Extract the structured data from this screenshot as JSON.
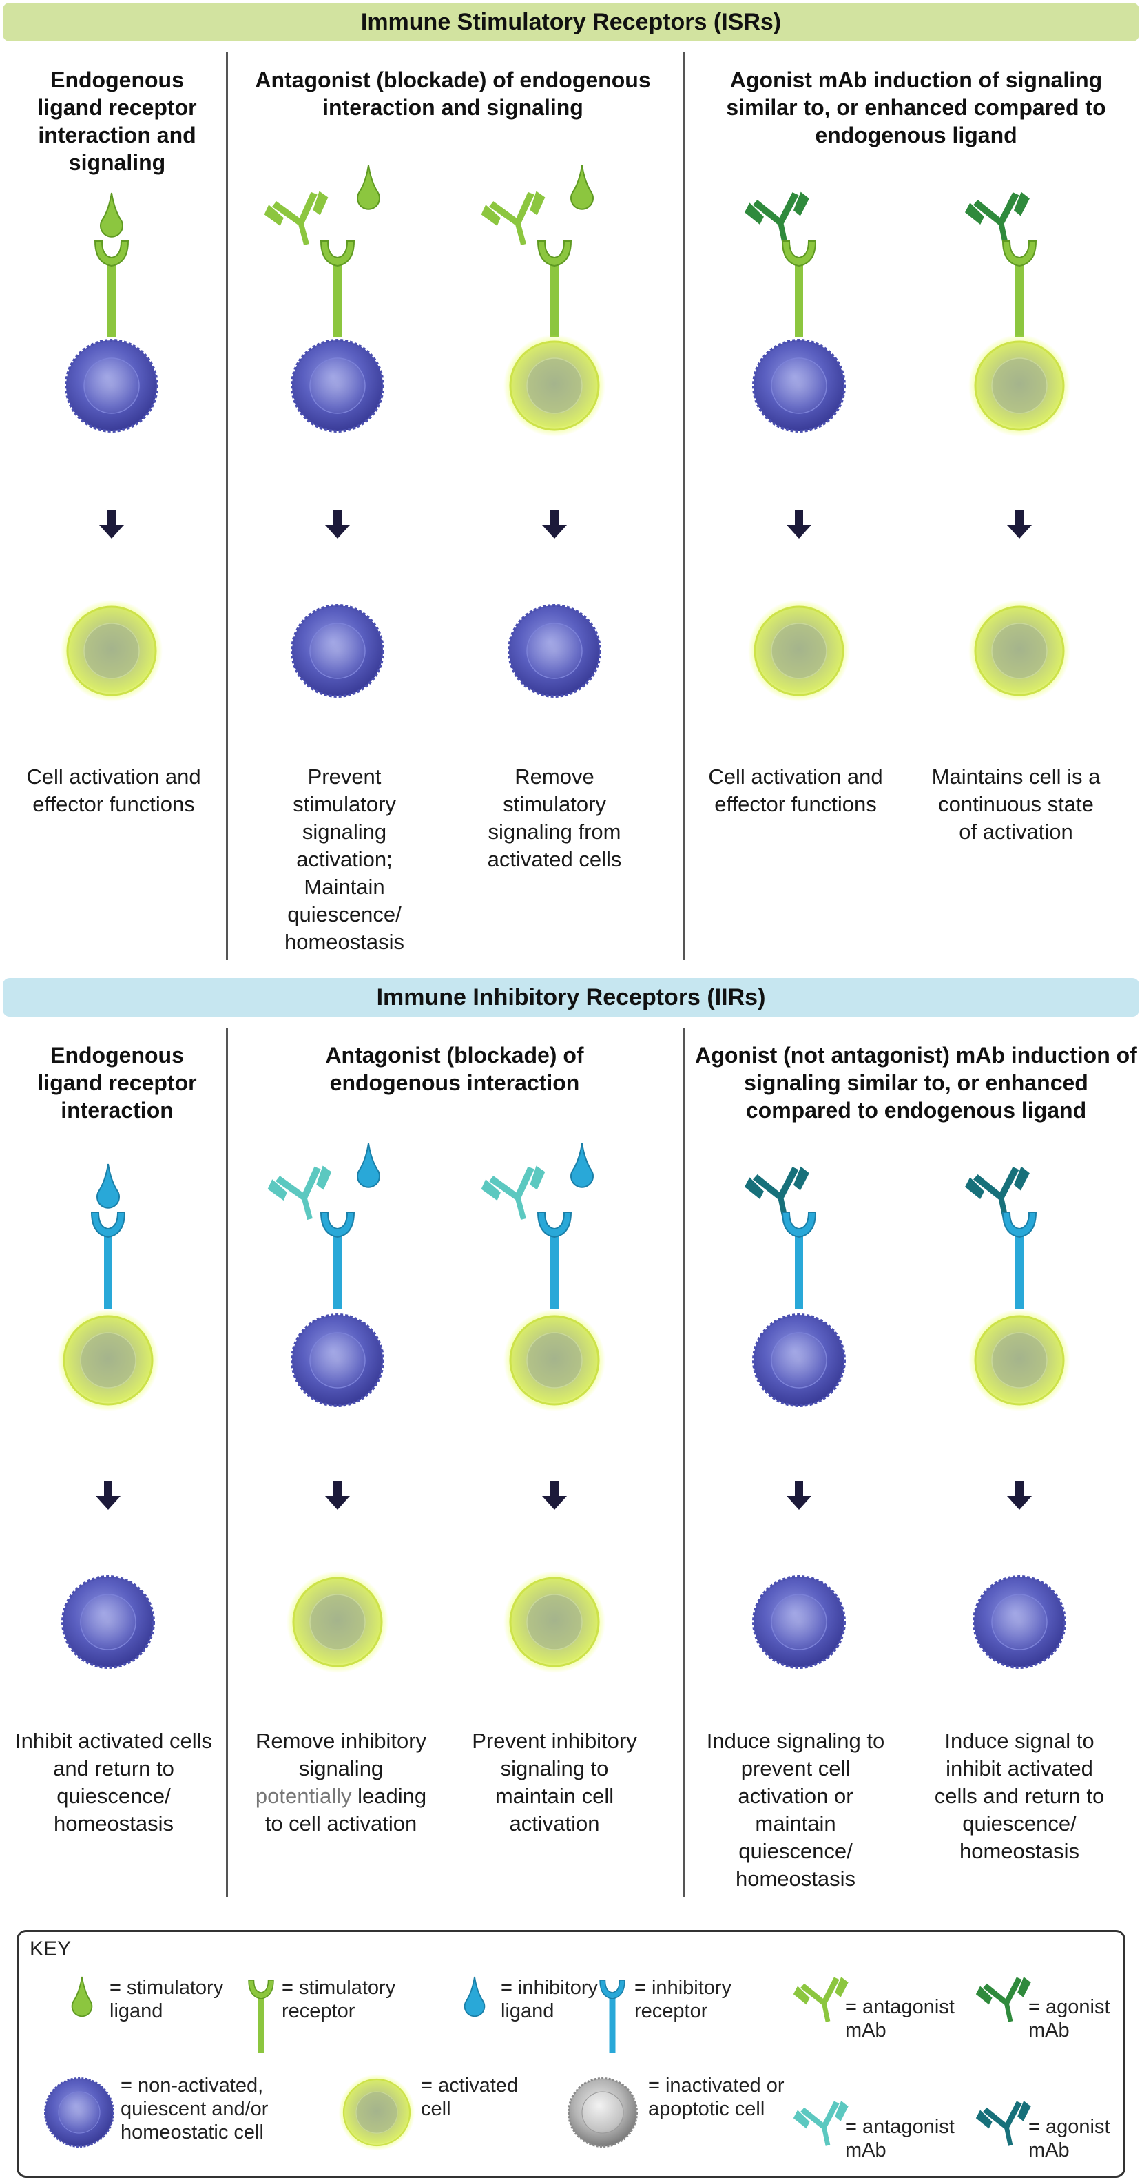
{
  "isr": {
    "banner": "Immune Stimulatory Receptors (ISRs)",
    "col1_heading": "Endogenous ligand receptor interaction and signaling",
    "col2_heading": "Antagonist (blockade) of endogenous interaction and signaling",
    "col3_heading": "Agonist mAb induction of signaling similar to, or enhanced compared to endogenous ligand",
    "captions": [
      "Cell activation and effector functions",
      "Prevent stimulatory signaling activation; Maintain quiescence/ homeostasis",
      "Remove stimulatory signaling from activated cells",
      "Cell activation and effector functions",
      "Maintains cell is a continuous state of activation"
    ]
  },
  "iir": {
    "banner": "Immune Inhibitory Receptors (IIRs)",
    "col1_heading": "Endogenous ligand receptor interaction",
    "col2_heading": "Antagonist (blockade) of endogenous interaction",
    "col3_heading": "Agonist (not antagonist) mAb induction of signaling similar to, or enhanced compared to endogenous ligand",
    "captions": [
      "Inhibit activated cells and return to quiescence/ homeostasis",
      "Remove inhibitory signaling",
      "Prevent inhibitory signaling to maintain cell activation",
      "Induce signaling to prevent cell activation or maintain quiescence/ homeostasis",
      "Induce signal to inhibit activated cells and return to quiescence/ homeostasis"
    ],
    "caption2_grey": "potentially",
    "caption2_tail": "leading to cell activation"
  },
  "key": {
    "title": "KEY",
    "stim_ligand": "= stimulatory ligand",
    "stim_receptor": "= stimulatory receptor",
    "inh_ligand": "= inhibitory ligand",
    "inh_receptor": "= inhibitory receptor",
    "antagonist_1": "= antagonist mAb",
    "agonist_1": "= agonist mAb",
    "nonactivated": "= non-activated, quiescent and/or homeostatic cell",
    "activated": "= activated cell",
    "inactivated": "= inactivated or apoptotic cell",
    "antagonist_2": "= antagonist mAb",
    "agonist_2": "= agonist mAb"
  },
  "colors": {
    "stimulatory": "#8cc63f",
    "inhibitory": "#29a8d8",
    "quiescent_cell": "#5a5fc0",
    "activated_cell": "#c9e07a",
    "activated_glow": "#d4f000",
    "apoptotic_cell": "#a8a8a8",
    "antagonist_stim": "#8cc63f",
    "agonist_stim": "#2f8a3c",
    "antagonist_inh": "#5cc8c0",
    "agonist_inh": "#17707a",
    "arrow": "#1c1a3a"
  }
}
